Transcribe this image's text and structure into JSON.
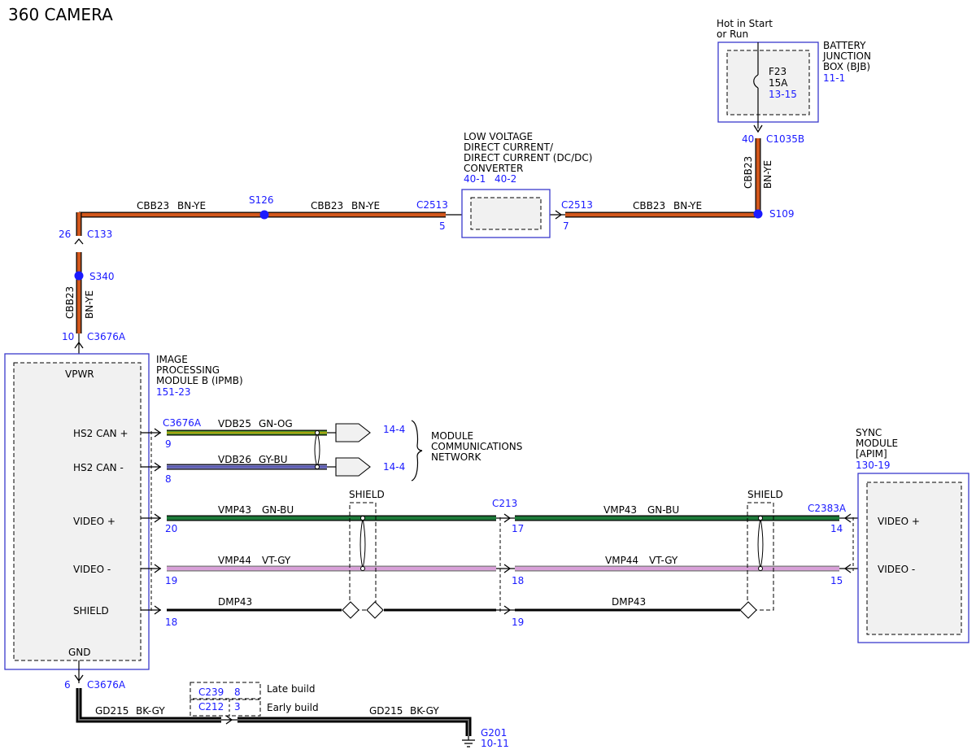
{
  "title": "360 CAMERA",
  "colors": {
    "bn_ye": "#d2571c",
    "bn_ye_stripe": "#7a3a12",
    "gn_og": "#5aa02c",
    "gn_og_stripe": "#d9a000",
    "gy_bu": "#8888cc",
    "gy_bu_stripe": "#3a3aa0",
    "gn_bu": "#1e7a3a",
    "vt_gy": "#d8a0d8",
    "black": "#000000",
    "module_border": "#3a3acc",
    "module_fill": "#f1f1f1",
    "ref_blue": "#1a1aff",
    "splice": "#1a1aff"
  },
  "bjb": {
    "hot_label_1": "Hot in Start",
    "hot_label_2": "or Run",
    "name_1": "BATTERY",
    "name_2": "JUNCTION",
    "name_3": "BOX (BJB)",
    "ref": "11-1",
    "fuse_name": "F23",
    "fuse_rating": "15A",
    "fuse_ref": "13-15",
    "pin": "40",
    "connector": "C1035B"
  },
  "dcdc": {
    "name_1": "LOW VOLTAGE",
    "name_2": "DIRECT CURRENT/",
    "name_3": "DIRECT CURRENT (DC/DC)",
    "name_4": "CONVERTER",
    "ref_1": "40-1",
    "ref_2": "40-2",
    "left_connector": "C2513",
    "left_pin": "5",
    "right_connector": "C2513",
    "right_pin": "7"
  },
  "power": {
    "circuit": "CBB23",
    "color": "BN-YE",
    "splice_s109": "S109",
    "splice_s126": "S126",
    "splice_s340": "S340",
    "c133_pin": "26",
    "c133": "C133",
    "ipmb_pin": "10",
    "ipmb_connector": "C3676A"
  },
  "ipmb": {
    "name_1": "IMAGE",
    "name_2": "PROCESSING",
    "name_3": "MODULE B (IPMB)",
    "ref": "151-23",
    "pins": {
      "vpwr": "VPWR",
      "hs2_can_plus": "HS2 CAN +",
      "hs2_can_minus": "HS2 CAN -",
      "video_plus": "VIDEO +",
      "video_minus": "VIDEO -",
      "shield": "SHIELD",
      "gnd": "GND"
    },
    "connector": "C3676A"
  },
  "can": {
    "plus_pin": "9",
    "plus_circuit": "VDB25",
    "plus_color": "GN-OG",
    "minus_pin": "8",
    "minus_circuit": "VDB26",
    "minus_color": "GY-BU",
    "ref_plus": "14-4",
    "ref_minus": "14-4",
    "network_1": "MODULE",
    "network_2": "COMMUNICATIONS",
    "network_3": "NETWORK"
  },
  "video": {
    "shield_label_1": "SHIELD",
    "shield_label_2": "SHIELD",
    "c213": "C213",
    "c2383a": "C2383A",
    "plus_circuit": "VMP43",
    "plus_color": "GN-BU",
    "minus_circuit": "VMP44",
    "minus_color": "VT-GY",
    "drain_circuit": "DMP43",
    "ipmb_plus_pin": "20",
    "ipmb_minus_pin": "19",
    "ipmb_shield_pin": "18",
    "c213_plus_pin": "17",
    "c213_minus_pin": "18",
    "c213_shield_pin": "19",
    "sync_plus_pin": "14",
    "sync_minus_pin": "15"
  },
  "sync": {
    "name_1": "SYNC",
    "name_2": "MODULE",
    "name_3": "[APIM]",
    "ref": "130-19",
    "video_plus": "VIDEO +",
    "video_minus": "VIDEO -"
  },
  "ground": {
    "pin": "6",
    "connector": "C3676A",
    "circuit": "GD215",
    "color": "BK-GY",
    "late_conn": "C239",
    "late_pin": "8",
    "late_label": "Late build",
    "early_conn": "C212",
    "early_pin": "3",
    "early_label": "Early build",
    "g201": "G201",
    "g201_ref": "10-11"
  }
}
